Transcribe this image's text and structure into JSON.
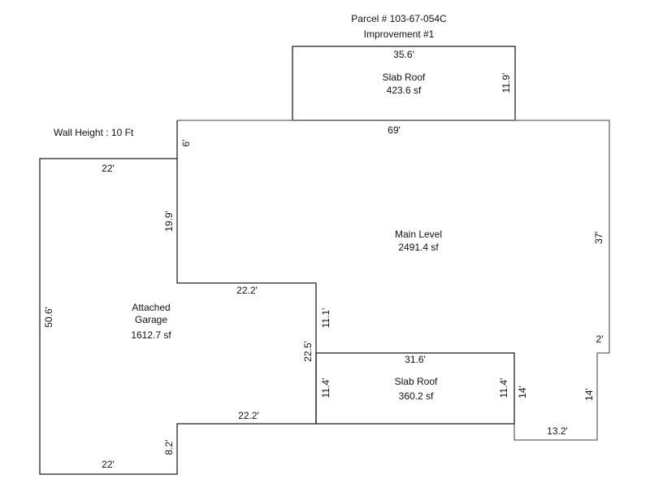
{
  "header": {
    "parcel": "Parcel # 103-67-054C",
    "improvement": "Improvement #1"
  },
  "wall_height": "Wall Height : 10 Ft",
  "areas": {
    "slab_roof_top": {
      "name": "Slab Roof",
      "area": "423.6 sf"
    },
    "main_level": {
      "name": "Main Level",
      "area": "2491.4 sf"
    },
    "garage": {
      "name_line1": "Attached",
      "name_line2": "Garage",
      "area": "1612.7 sf"
    },
    "slab_roof_bottom": {
      "name": "Slab Roof",
      "area": "360.2 sf"
    }
  },
  "dims": {
    "top_slab_width": "35.6'",
    "top_slab_height": "11.9'",
    "main_top": "69'",
    "main_left_short": "6'",
    "main_left": "19.9'",
    "main_right": "37'",
    "main_step": "22.2'",
    "main_step_down": "11.1'",
    "right_notch": "2'",
    "garage_top": "22'",
    "garage_left": "50.6'",
    "garage_right": "22.5'",
    "garage_bottom_step": "22.2'",
    "garage_jog": "8.2'",
    "garage_bottom": "22'",
    "bottom_slab_width": "31.6'",
    "bottom_slab_left": "11.4'",
    "bottom_slab_right": "11.4'",
    "bump_left": "14'",
    "bump_right": "14'",
    "bump_bottom": "13.2'"
  }
}
